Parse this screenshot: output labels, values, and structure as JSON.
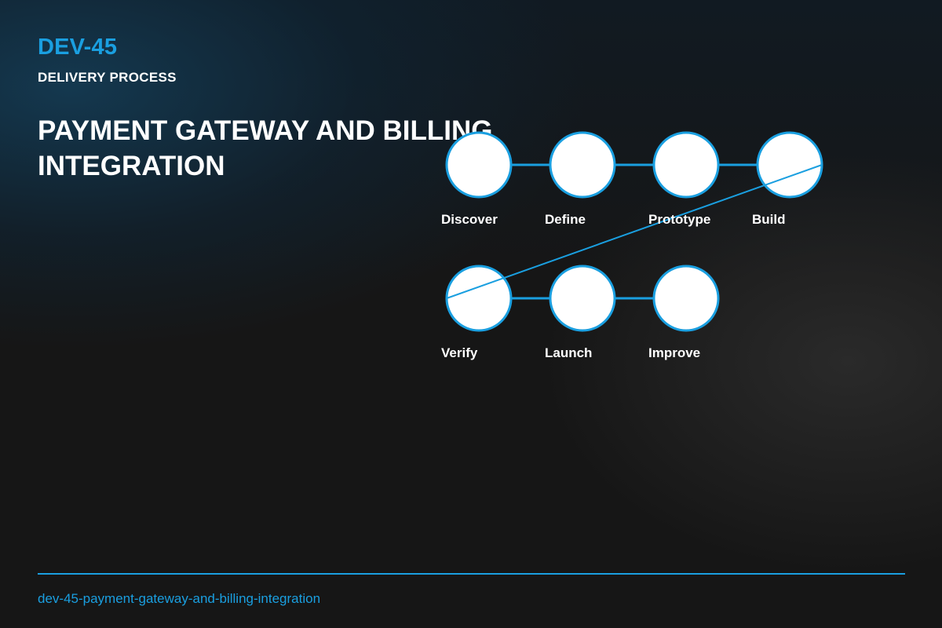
{
  "header": {
    "ticket_id": "DEV-45",
    "kicker": "DELIVERY PROCESS",
    "title": "PAYMENT GATEWAY AND BILLING INTEGRATION"
  },
  "process": {
    "steps": [
      {
        "label": "Discover",
        "row": 0,
        "col": 0
      },
      {
        "label": "Define",
        "row": 0,
        "col": 1
      },
      {
        "label": "Prototype",
        "row": 0,
        "col": 2
      },
      {
        "label": "Build",
        "row": 0,
        "col": 3
      },
      {
        "label": "Verify",
        "row": 1,
        "col": 0
      },
      {
        "label": "Launch",
        "row": 1,
        "col": 1
      },
      {
        "label": "Improve",
        "row": 1,
        "col": 2
      }
    ]
  },
  "footer": {
    "slug": "dev-45-payment-gateway-and-billing-integration"
  },
  "colors": {
    "accent": "#1a9fe0",
    "node_fill": "#ffffff",
    "text": "#ffffff"
  }
}
